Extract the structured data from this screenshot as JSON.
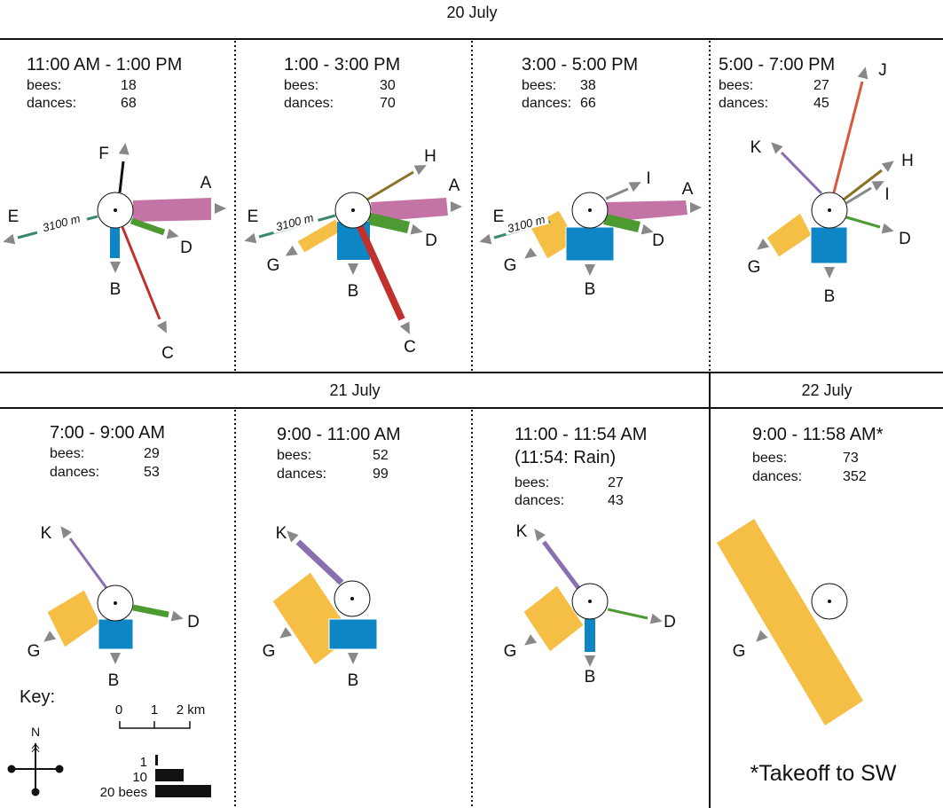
{
  "headers": {
    "day1": "20 July",
    "day2": "21 July",
    "day3": "22 July"
  },
  "stat_labels": {
    "bees": "bees:",
    "dances": "dances:"
  },
  "panels": [
    {
      "title": "11:00 AM - 1:00 PM",
      "bees": "18",
      "dances": "68",
      "distance_label": "3100 m",
      "sites": [
        "F",
        "A",
        "D",
        "B",
        "C",
        "E"
      ]
    },
    {
      "title": "1:00 - 3:00 PM",
      "bees": "30",
      "dances": "70",
      "distance_label": "3100 m",
      "sites": [
        "H",
        "A",
        "D",
        "B",
        "C",
        "G",
        "E"
      ]
    },
    {
      "title": "3:00 - 5:00 PM",
      "bees": "38",
      "dances": "66",
      "distance_label": "3100 m",
      "sites": [
        "I",
        "A",
        "D",
        "B",
        "G",
        "E"
      ]
    },
    {
      "title": "5:00 - 7:00 PM",
      "bees": "27",
      "dances": "45",
      "sites": [
        "J",
        "K",
        "H",
        "I",
        "D",
        "B",
        "G"
      ]
    },
    {
      "title": "7:00 - 9:00 AM",
      "bees": "29",
      "dances": "53",
      "sites": [
        "K",
        "D",
        "B",
        "G"
      ]
    },
    {
      "title": "9:00 - 11:00 AM",
      "bees": "52",
      "dances": "99",
      "sites": [
        "K",
        "B",
        "G"
      ]
    },
    {
      "title": "11:00 - 11:54 AM",
      "subtitle": "(11:54: Rain)",
      "bees": "27",
      "dances": "43",
      "sites": [
        "K",
        "D",
        "B",
        "G"
      ]
    },
    {
      "title": "9:00 - 11:58 AM*",
      "bees": "73",
      "dances": "352",
      "sites": [
        "G"
      ]
    }
  ],
  "key": {
    "title": "Key:",
    "north": "N",
    "scale_ticks": [
      "0",
      "1",
      "2 km"
    ],
    "bee_scale": [
      "1",
      "10",
      "20 bees"
    ]
  },
  "footnote": "*Takeoff to SW",
  "colors": {
    "A": "#c474a4",
    "B": "#0e86c6",
    "C": "#c0302c",
    "D": "#4e9a32",
    "E": "#3a8a6a",
    "F": "#111111",
    "G": "#f5bf45",
    "H": "#8a7325",
    "I": "#888888",
    "J": "#d9573a",
    "K": "#8a6fb0",
    "arrow": "#888888"
  }
}
